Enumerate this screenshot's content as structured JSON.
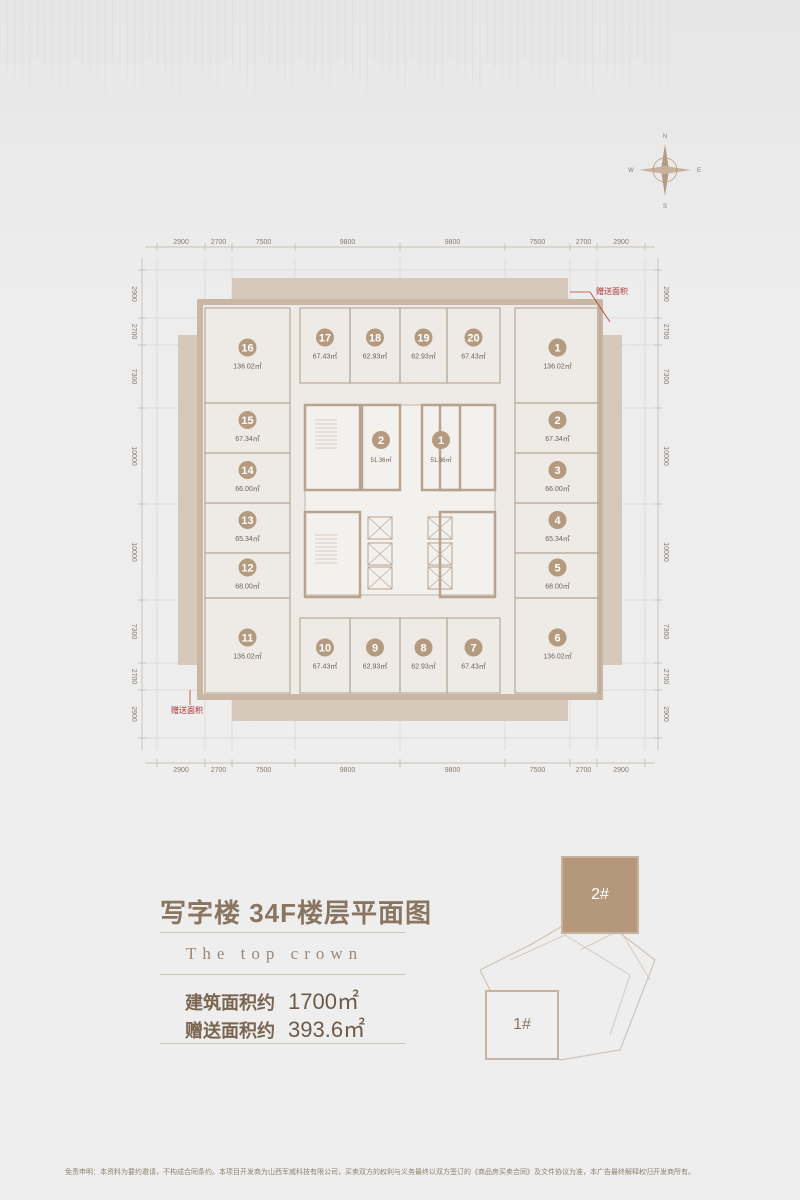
{
  "plan": {
    "top_dims": [
      "2900",
      "2700",
      "7500",
      "9800",
      "9800",
      "7500",
      "2700",
      "2900"
    ],
    "bottom_dims": [
      "2900",
      "2700",
      "7500",
      "9800",
      "9800",
      "7500",
      "2700",
      "2900"
    ],
    "left_dims": [
      "2900",
      "2700",
      "7300",
      "10000",
      "10000",
      "7300",
      "2700",
      "2900"
    ],
    "right_dims": [
      "2900",
      "2700",
      "7300",
      "10000",
      "10000",
      "7300",
      "2700",
      "2900"
    ],
    "bonus_label": "赠送面积",
    "compass": {
      "n": "N",
      "w": "W",
      "e": "E",
      "s": "S"
    },
    "units": [
      {
        "no": "1",
        "area": "136.02㎡"
      },
      {
        "no": "2",
        "area": "67.34㎡"
      },
      {
        "no": "3",
        "area": "66.00㎡"
      },
      {
        "no": "4",
        "area": "65.34㎡"
      },
      {
        "no": "5",
        "area": "68.00㎡"
      },
      {
        "no": "6",
        "area": "136.02㎡"
      },
      {
        "no": "7",
        "area": "67.43㎡"
      },
      {
        "no": "8",
        "area": "62.93㎡"
      },
      {
        "no": "9",
        "area": "62.93㎡"
      },
      {
        "no": "10",
        "area": "67.43㎡"
      },
      {
        "no": "11",
        "area": "136.02㎡"
      },
      {
        "no": "12",
        "area": "68.00㎡"
      },
      {
        "no": "13",
        "area": "65.34㎡"
      },
      {
        "no": "14",
        "area": "66.00㎡"
      },
      {
        "no": "15",
        "area": "67.34㎡"
      },
      {
        "no": "16",
        "area": "136.02㎡"
      },
      {
        "no": "17",
        "area": "67.43㎡"
      },
      {
        "no": "18",
        "area": "62.93㎡"
      },
      {
        "no": "19",
        "area": "62.93㎡"
      },
      {
        "no": "20",
        "area": "67.43㎡"
      }
    ],
    "core_units": [
      {
        "no": "2",
        "area": "51.36㎡"
      },
      {
        "no": "1",
        "area": "51.36㎡"
      }
    ]
  },
  "info": {
    "title": "写字楼 34F楼层平面图",
    "subtitle": "The top crown",
    "building_area_label": "建筑面积约",
    "building_area_value": "1700㎡",
    "bonus_area_label": "赠送面积约",
    "bonus_area_value": "393.6㎡"
  },
  "site": {
    "tag_2": "2#",
    "tag_1": "1#"
  },
  "disclaimer": "免责申明：本资料为要约邀请，不构成合同条约。本项目开发商为山西军威科技有限公司，买卖双方的权利与义务最终以双方签订的《商品房买卖合同》及文件协议为准，本广告最终解释权归开发商所有。"
}
